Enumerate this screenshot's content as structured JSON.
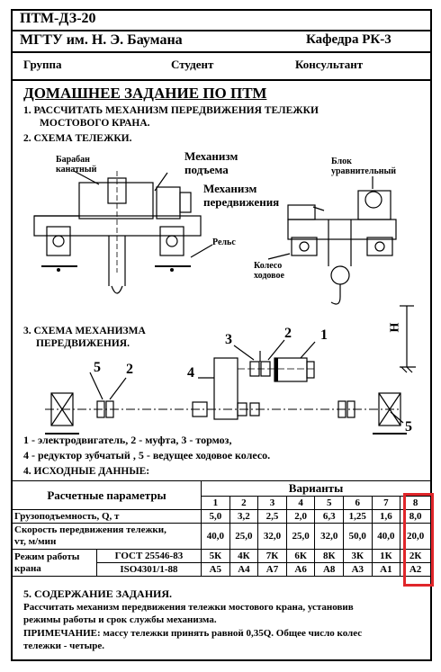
{
  "header": {
    "code": "ПТМ-ДЗ-20",
    "university": "МГТУ им. Н. Э. Баумана",
    "department": "Кафедра РК-3",
    "group_label": "Группа",
    "student_label": "Студент",
    "consultant_label": "Консультант"
  },
  "title": "ДОМАШНЕЕ ЗАДАНИЕ ПО ПТМ",
  "section1": {
    "line1": "1. РАССЧИТАТЬ МЕХАНИЗМ ПЕРЕДВИЖЕНИЯ ТЕЛЕЖКИ",
    "line2": "МОСТОВОГО КРАНА."
  },
  "section2": {
    "heading": "2. СХЕМА ТЕЛЕЖКИ.",
    "drum_line1": "Барабан",
    "drum_line2": "канатный",
    "lift_line1": "Механизм",
    "lift_line2": "подъема",
    "travel_line1": "Механизм",
    "travel_line2": "передвижения",
    "block_line1": "Блок",
    "block_line2": "уравнительный",
    "rail": "Рельс",
    "wheel_line1": "Колесо",
    "wheel_line2": "ходовое"
  },
  "section3": {
    "heading_line1": "3. СХЕМА МЕХАНИЗМА",
    "heading_line2": "ПЕРЕДВИЖЕНИЯ.",
    "height_label": "H",
    "num1": "1",
    "num2a": "2",
    "num2b": "2",
    "num3": "3",
    "num4": "4",
    "num5a": "5",
    "num5b": "5",
    "legend_line1": "1 - электродвигатель, 2 - муфта,  3 - тормоз,",
    "legend_line2": "4 - редуктор зубчатый , 5 - ведущее ходовое колесо."
  },
  "section4": {
    "heading": "4. ИСХОДНЫЕ ДАННЫЕ:",
    "params_header": "Расчетные параметры",
    "variants_header": "Варианты",
    "variants": [
      "1",
      "2",
      "3",
      "4",
      "5",
      "6",
      "7",
      "8"
    ],
    "load_label": "Грузоподъемность, Q, т",
    "load": [
      "5,0",
      "3,2",
      "2,5",
      "2,0",
      "6,3",
      "1,25",
      "1,6",
      "8,0"
    ],
    "speed_label_line1": "Скорость передвижения тележки,",
    "speed_label_line2": "vт, м/мин",
    "speed": [
      "40,0",
      "25,0",
      "32,0",
      "25,0",
      "32,0",
      "50,0",
      "40,0",
      "20,0"
    ],
    "mode_label_line1": "Режим работы",
    "mode_label_line2": "крана",
    "gost1": "ГОСТ 25546-83",
    "gost2": "ISO4301/1-88",
    "mode_gost": [
      "5К",
      "4К",
      "7К",
      "6К",
      "8К",
      "3К",
      "1К",
      "2К"
    ],
    "mode_iso": [
      "А5",
      "А4",
      "А7",
      "А6",
      "А8",
      "А3",
      "А1",
      "А2"
    ],
    "highlight_color": "#e0262a"
  },
  "section5": {
    "heading": "5. СОДЕРЖАНИЕ ЗАДАНИЯ.",
    "line1": "Рассчитать механизм передвижения тележки мостового крана, установив",
    "line2": "режимы работы и срок службы механизма.",
    "note_line1": "ПРИМЕЧАНИЕ:  массу тележки принять равной 0,35Q. Общее число колес",
    "note_line2": "тележки - четыре."
  }
}
